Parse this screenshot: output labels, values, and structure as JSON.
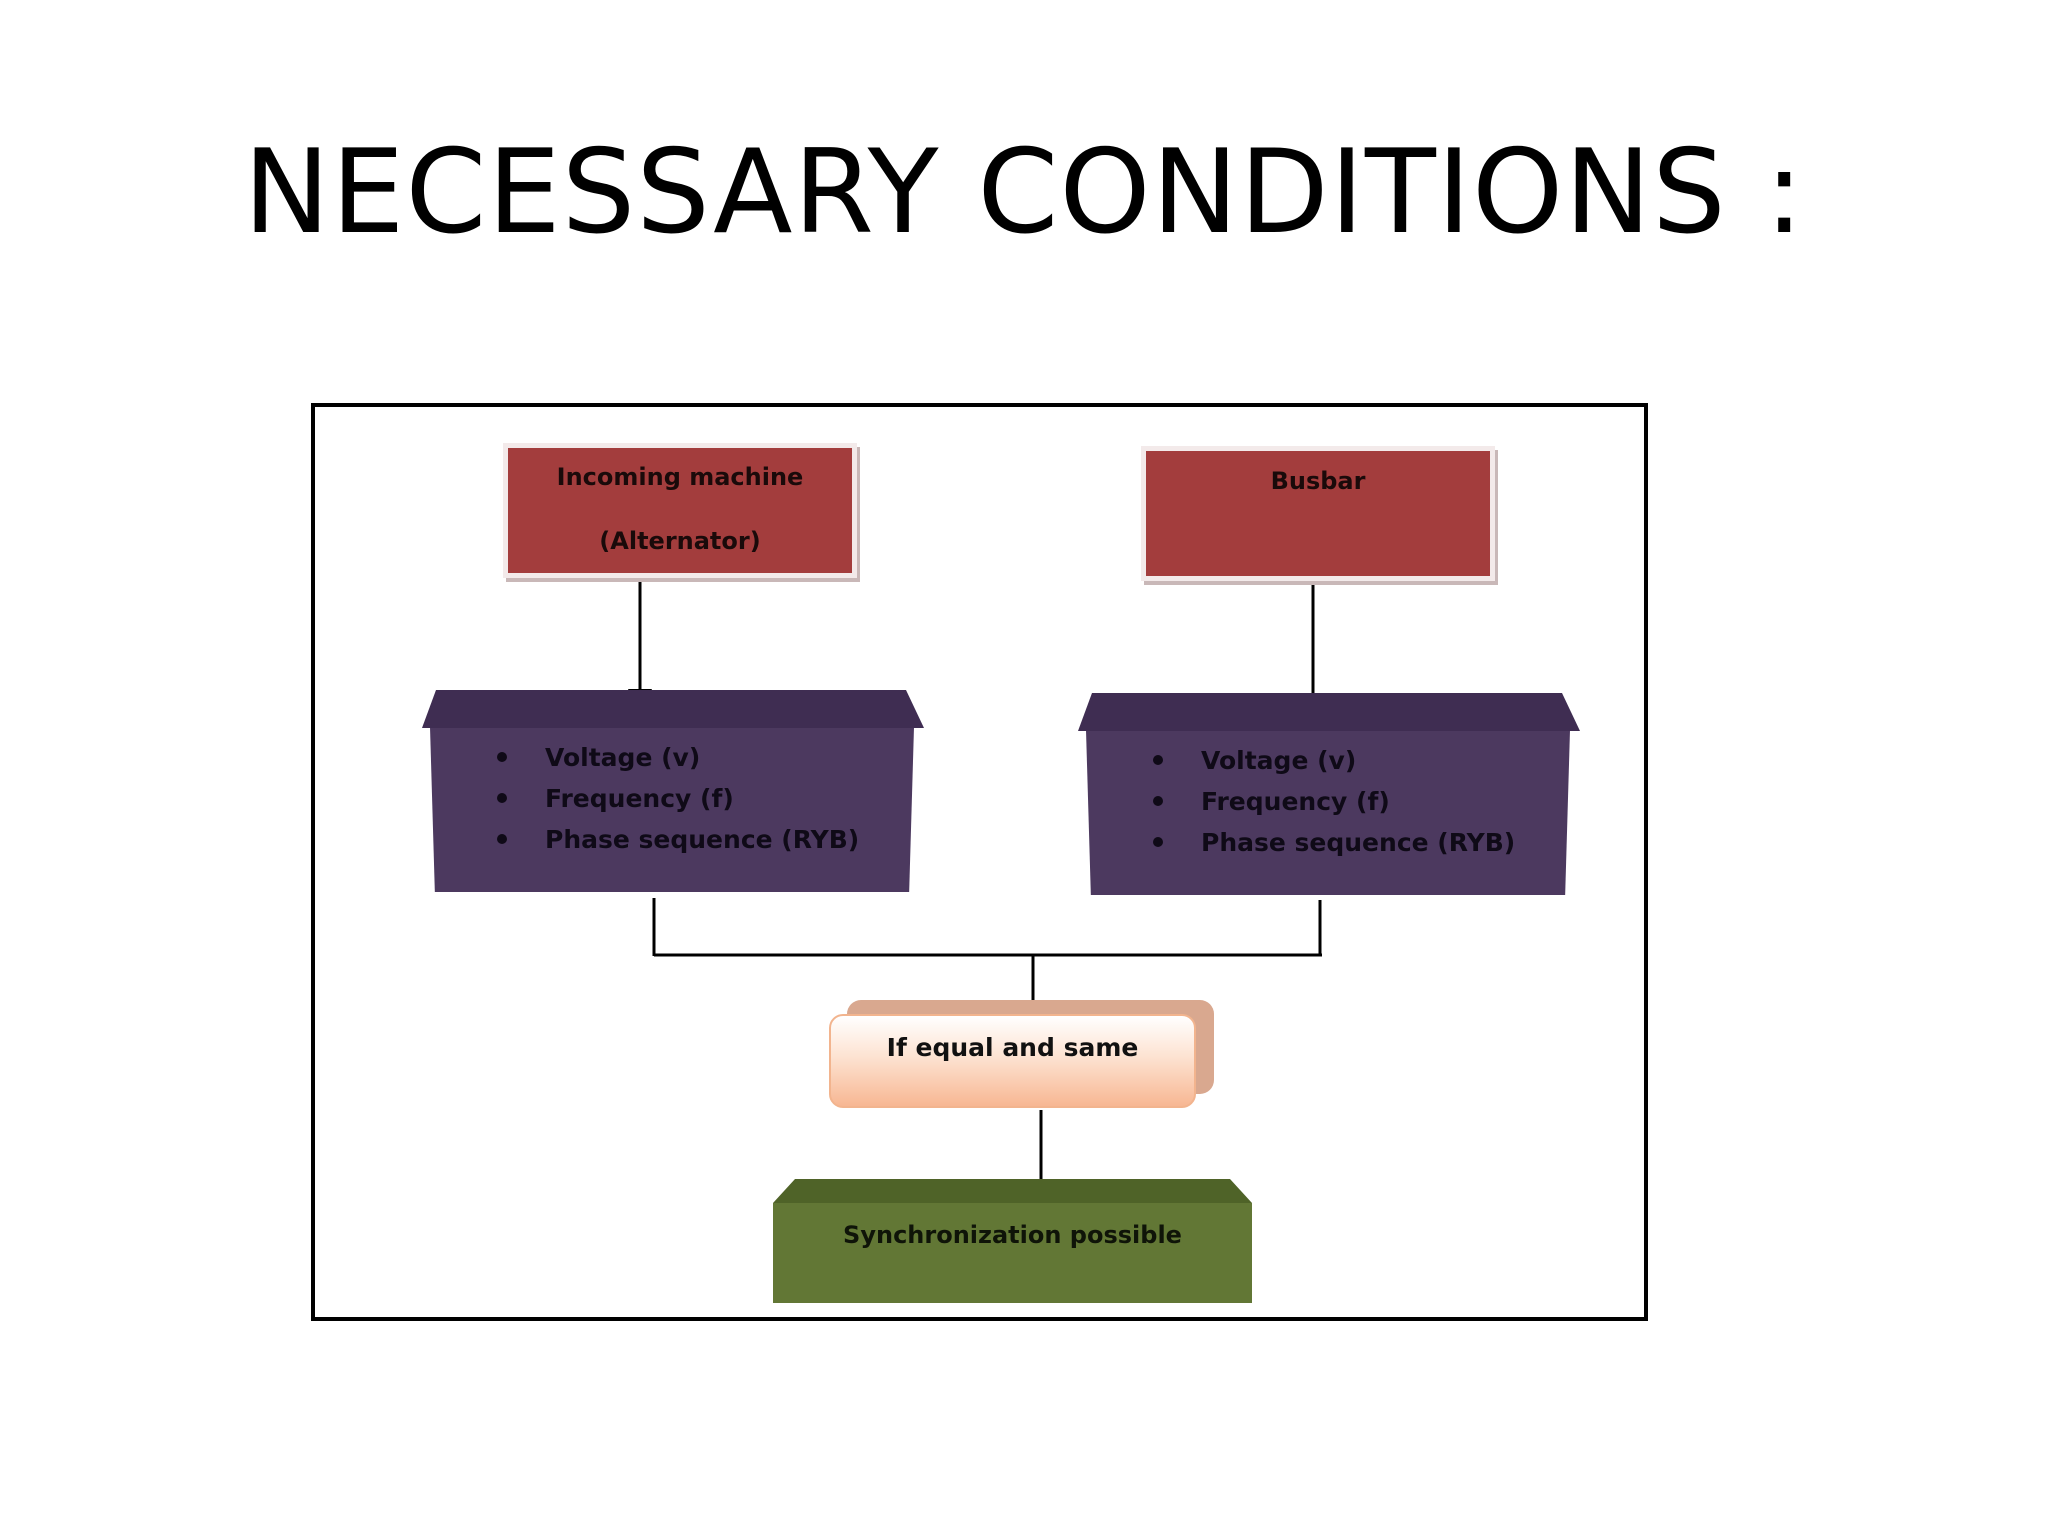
{
  "slide": {
    "title": "NECESSARY CONDITIONS :"
  },
  "diagram": {
    "source_left": {
      "line1": "Incoming machine",
      "line2": "(Alternator)"
    },
    "source_right": {
      "label": "Busbar"
    },
    "conditions_left": [
      "Voltage (v)",
      "Frequency (f)",
      "Phase sequence (RYB)"
    ],
    "conditions_right": [
      "Voltage (v)",
      "Frequency (f)",
      "Phase sequence (RYB)"
    ],
    "check": {
      "label": "If equal and same"
    },
    "result": {
      "label": "Synchronization possible"
    }
  },
  "colors": {
    "source_box": "#a33d3d",
    "conditions_box": "#4c395f",
    "check_box": "#fde3d2",
    "result_box": "#627735"
  }
}
